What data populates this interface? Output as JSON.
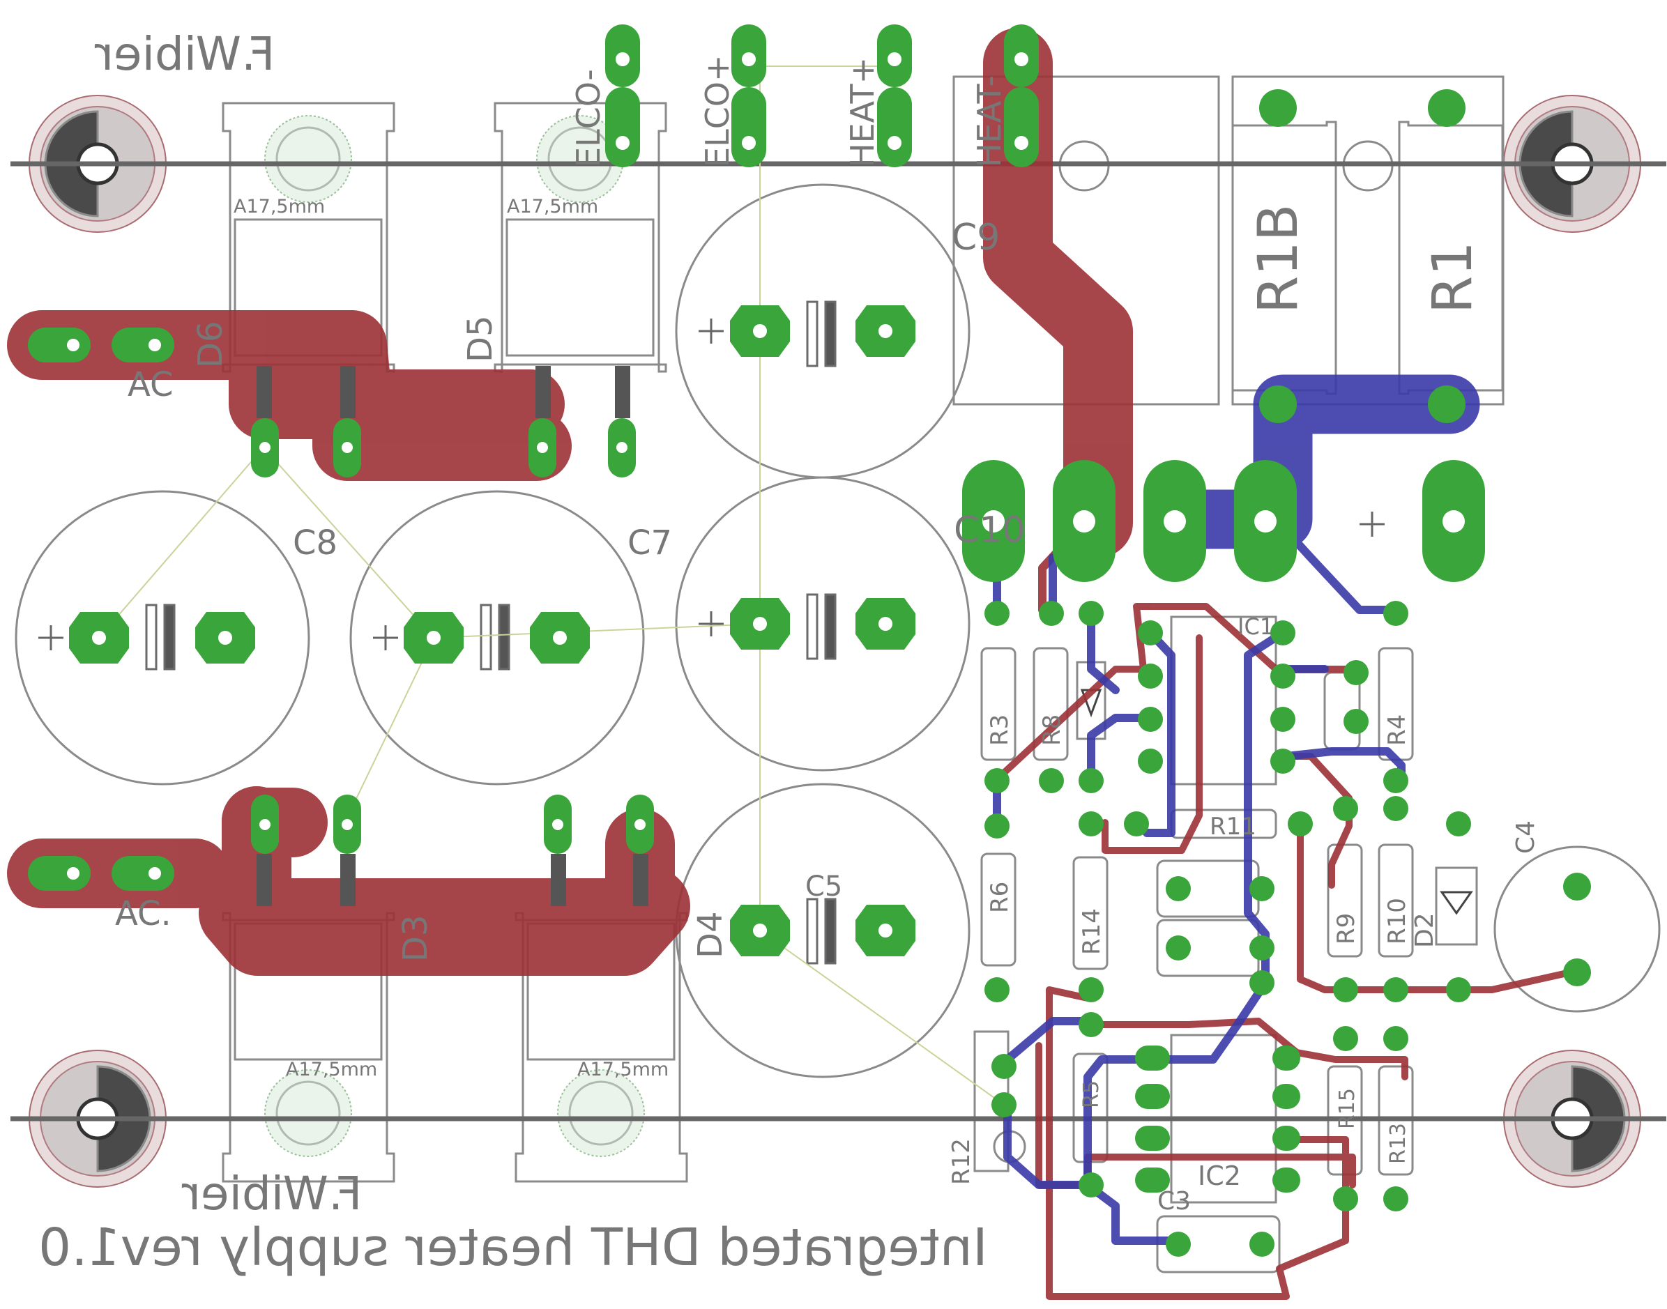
{
  "board": {
    "mirrored_text": [
      {
        "id": "credit-top",
        "text": "F.Wibier"
      },
      {
        "id": "credit-bottom",
        "text": "F.Wibier"
      },
      {
        "id": "title",
        "text": "Integrated DHT heater supply rev1.0"
      }
    ],
    "connectors": [
      "ELCO-",
      "ELCO+",
      "HEAT+",
      "HEAT-"
    ],
    "mount_text": [
      "A17,5mm",
      "A17,5mm",
      "A17,5mm",
      "A17,5mm"
    ],
    "ac_labels": [
      "AC",
      "AC."
    ],
    "big_labels": [
      "R1B",
      "R1"
    ],
    "capacitors": [
      "C8",
      "C7",
      "C9",
      "C10",
      "C5",
      "C4",
      "C3"
    ],
    "rectifiers": [
      "D6",
      "D5",
      "D3",
      "D4",
      "D2"
    ],
    "resistors": [
      "R3",
      "R8",
      "R4",
      "R6",
      "R14",
      "R11",
      "R9",
      "R10",
      "R12",
      "R15",
      "R13",
      "R5"
    ],
    "ics": [
      "IC1",
      "IC2"
    ],
    "plus_sign": "+"
  },
  "colors": {
    "pad": "#3aa53a",
    "top_copper": "#9c3136",
    "bottom_copper": "#3a3aa8",
    "silkscreen": "#7a7a7a",
    "ratsnest": "#c9d39a"
  }
}
